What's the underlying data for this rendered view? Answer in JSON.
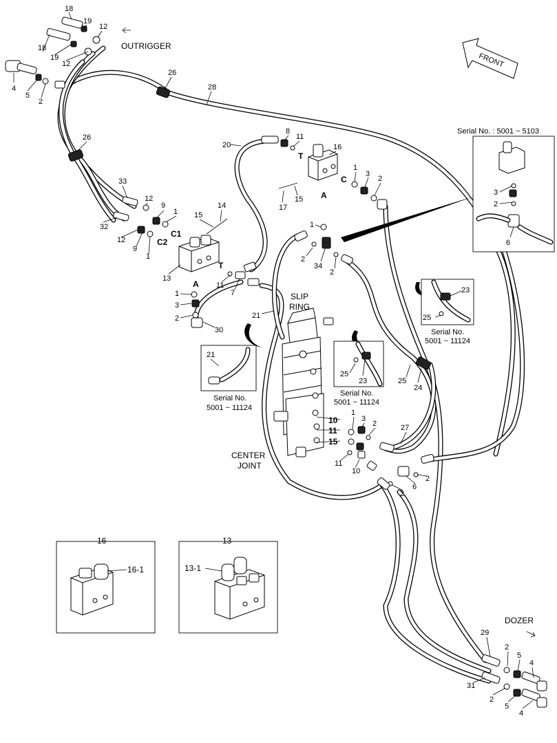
{
  "labels": {
    "outrigger": "OUTRIGGER",
    "front": "FRONT",
    "dozer": "DOZER",
    "slip_ring": [
      "SLIP",
      "RING"
    ],
    "center_joint": [
      "CENTER",
      "JOINT"
    ],
    "port_t": "T",
    "port_c": "C",
    "port_a": "A",
    "port_c1": "C1",
    "port_c2": "C2"
  },
  "serial_notes": {
    "top_right": "Serial No. : 5001 ~ 5103",
    "range": "Serial No.",
    "range2": "5001 ~ 11124"
  },
  "detail_boxes": {
    "box16": {
      "title": "16",
      "callout": "16-1"
    },
    "box13": {
      "title": "13",
      "callout": "13-1"
    }
  },
  "callouts": {
    "c18a": "18",
    "c19a": "19",
    "c12a": "12",
    "c18b": "18",
    "c19b": "19",
    "c12b": "12",
    "c4a": "4",
    "c5a": "5",
    "c2a": "2",
    "c26a": "26",
    "c28": "28",
    "c26b": "26",
    "c20": "20",
    "c8": "8",
    "c11a": "11",
    "c16": "16",
    "c1a": "1",
    "c3a": "3",
    "c2b": "2",
    "c17": "17",
    "c15a": "15",
    "c33": "33",
    "c12c": "12",
    "c9a": "9",
    "c1b": "1",
    "c14": "14",
    "c15b": "15",
    "c32": "32",
    "c12d": "12",
    "c9b": "9",
    "c1c": "1",
    "c13": "13",
    "c11b": "11",
    "c7": "7",
    "c1d": "1",
    "c3b": "3",
    "c2c": "2",
    "c30": "30",
    "c1e": "1",
    "c2d": "2",
    "c34": "34",
    "c2e": "2",
    "c21a": "21",
    "c21b": "21",
    "c3c": "3",
    "c2f": "2",
    "c6a": "6",
    "c23a": "23",
    "c25a": "25",
    "c25b": "25",
    "c23b": "23",
    "c25c": "25",
    "c24": "24",
    "c10a": "10",
    "c11c": "11",
    "c15c": "15",
    "c1f": "1",
    "c3d": "3",
    "c2g": "2",
    "c27": "27",
    "c11d": "11",
    "c10b": "10",
    "c2h": "2",
    "c6b": "6",
    "c2i": "2",
    "c29": "29",
    "c2j": "2",
    "c5b": "5",
    "c4b": "4",
    "c31": "31",
    "c2k": "2",
    "c5c": "5",
    "c4c": "4"
  }
}
